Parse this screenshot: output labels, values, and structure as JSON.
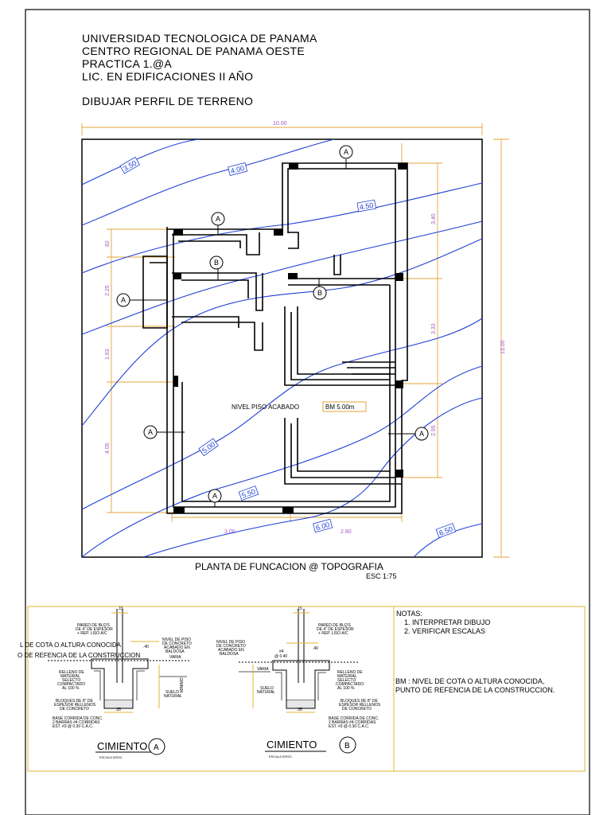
{
  "header": {
    "line1": "UNIVERSIDAD TECNOLOGICA DE PANAMA",
    "line2": "CENTRO REGIONAL DE PANAMA OESTE",
    "line3": "PRACTICA 1.@A",
    "line4": "LIC. EN  EDIFICACIONES  II AÑO",
    "task": "DIBUJAR PERFIL DE TERRENO"
  },
  "plan": {
    "title": "PLANTA DE FUNCACION @ TOPOGRAFIA",
    "scale": "ESC 1:75",
    "dim_top": "10.00",
    "dim_right": "13.00",
    "dim_bottom_left": "3.00",
    "dim_bottom_right": "2.80",
    "dim_left": [
      "82",
      "2.25",
      "1.63",
      "4.05"
    ],
    "dim_right_inner": [
      "3.40",
      "3.33",
      "2.95"
    ],
    "contours": [
      "3.50",
      "4.00",
      "4.50",
      "5.00",
      "5.50",
      "6.00",
      "6.50"
    ],
    "section_tags": [
      "A",
      "B"
    ],
    "floor_label": "NIVEL PISO ACABADO",
    "bm_label": "BM 5.00m"
  },
  "details": {
    "a_title": "CIMIENTO",
    "a_tag": "A",
    "b_title": "CIMIENTO",
    "b_tag": "B",
    "scale_note": "ESCALA S/ESC.",
    "overlap_line1": "L DE COTA O ALTURA CONOCIDA",
    "overlap_line2": "O DE REFENCIA DE LA CONSTRUCCION",
    "labels_a": [
      "PARED DE BLQ'S",
      "DE 4\" DE ESPESOR",
      "+ REP. LISO A/C",
      "NIVEL DE PISO",
      "DE CONCRETO",
      "ACABADO EN",
      "BALDOSA",
      "RELLENO DE",
      "MATERIAL",
      "SELECTO",
      "COMPACTADO",
      "AL 100 %",
      "SUELO",
      "NATURAL",
      "BLOQUES DE 8\" DE",
      "ESPESOR RELLENOS",
      "DE CONCRETO",
      "BASE CORRIDA DE CONC.",
      "2 BARRAS #4 CORRIDAS",
      "EST. #3 @ 0.30 C.A.C.",
      "VARIA",
      "MINIMO",
      ".35",
      ".40",
      ".15"
    ],
    "labels_b": [
      "PARED DE BLQ'S",
      "DE 4\" DE ESPESOR",
      "+ REP. LISO A/C",
      "NIVEL DE PISO",
      "DE CONCRETO",
      "ACABADO EN",
      "BALDOSA",
      "#4",
      "@ 0.40",
      "RELLENO DE",
      "MATERIAL",
      "SELECTO",
      "COMPACTADO",
      "AL 100 %",
      "SUELO",
      "NATURAL",
      "BLOQUES DE 8\" DE",
      "ESPESOR RELLENOS",
      "DE CONCRETO",
      "BASE CORRIDA DE CONC.",
      "2 BARRAS #4 CORRIDAS",
      "EST. #3 @ 0.30 C.A.C.",
      "VARIA",
      ".35",
      ".40",
      ".15"
    ]
  },
  "notes": {
    "heading": "NOTAS:",
    "item1": "1.     INTERPRETAR DIBUJO",
    "item2": "2.     VERIFICAR ESCALAS",
    "bm_line1": "BM : NIVEL DE COTA O ALTURA CONOCIDA,",
    "bm_line2": "PUNTO DE REFENCIA DE LA CONSTRUCCION."
  },
  "colors": {
    "contour": "#1f3fd6",
    "dimension": "#e3a33a",
    "dim_text": "#a25ac8",
    "border_yellow": "#e1b430",
    "wall": "#000000"
  }
}
